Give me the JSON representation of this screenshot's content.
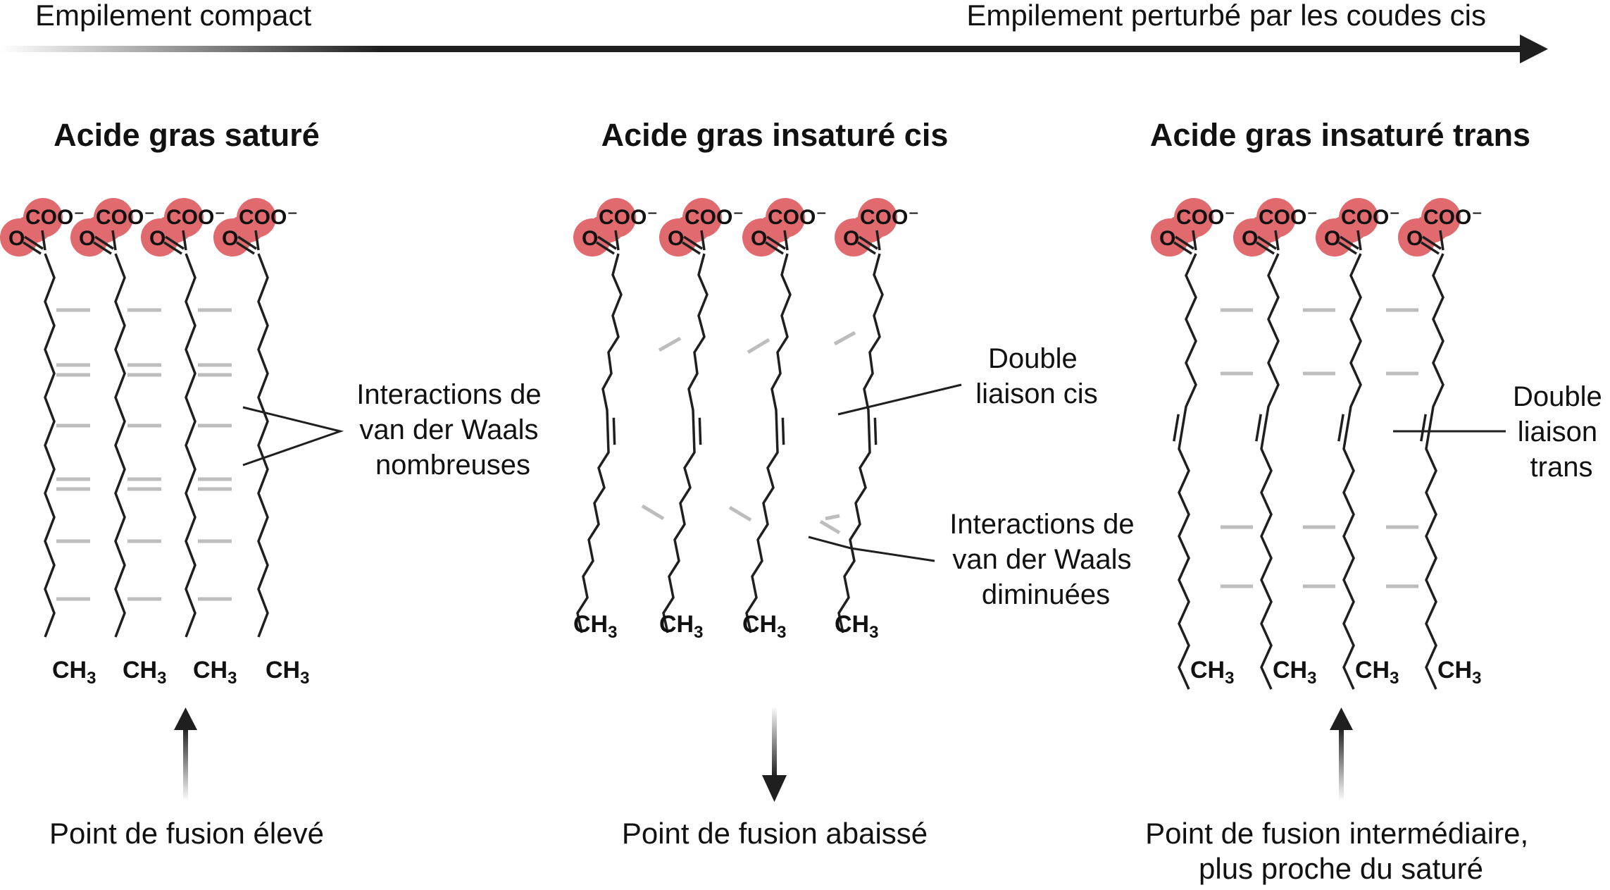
{
  "top_axis": {
    "left_label": "Empilement compact",
    "right_label": "Empilement perturbé par les coudes cis"
  },
  "panels": [
    {
      "id": "saturated",
      "title": "Acide gras saturé",
      "chain_count": 4,
      "head": {
        "carboxylate": "COO⁻",
        "oxygen": "O"
      },
      "tail": {
        "ch": "CH",
        "sub": "3"
      },
      "annotation": [
        "Interactions de",
        "van der Waals",
        "nombreuses"
      ],
      "melting_direction": "up",
      "melting_point": [
        "Point de fusion élevé"
      ]
    },
    {
      "id": "cis",
      "title": "Acide gras insaturé cis",
      "chain_count": 4,
      "head": {
        "carboxylate": "COO⁻",
        "oxygen": "O"
      },
      "tail": {
        "ch": "CH",
        "sub": "3"
      },
      "bond_annotation": [
        "Double",
        "liaison cis"
      ],
      "vdw_annotation": [
        "Interactions de",
        "van der Waals",
        "diminuées"
      ],
      "melting_direction": "down",
      "melting_point": [
        "Point de fusion abaissé"
      ]
    },
    {
      "id": "trans",
      "title": "Acide gras insaturé trans",
      "chain_count": 4,
      "head": {
        "carboxylate": "COO⁻",
        "oxygen": "O"
      },
      "tail": {
        "ch": "CH",
        "sub": "3"
      },
      "bond_annotation": [
        "Double",
        "liaison",
        "trans"
      ],
      "melting_direction": "up",
      "melting_point": [
        "Point de fusion intermédiaire,",
        "plus proche du saturé"
      ]
    }
  ],
  "colors": {
    "head_fill": "#e06a6e",
    "bond": "#1f1f1f",
    "vdw_dash": "#bdbdbd",
    "text": "#111111"
  }
}
